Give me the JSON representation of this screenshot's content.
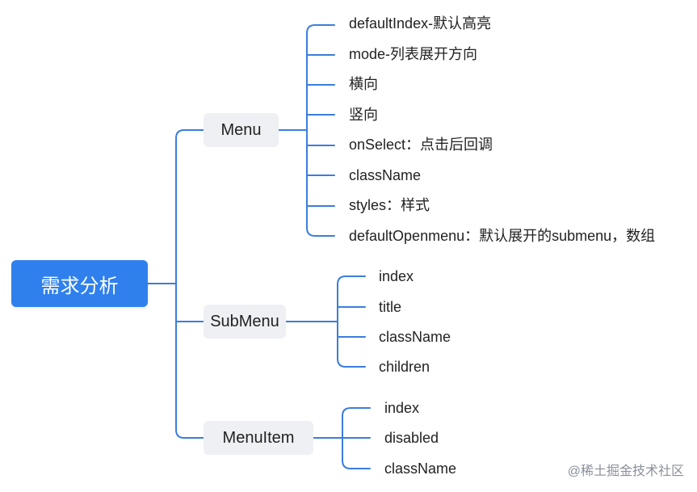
{
  "root": {
    "label": "需求分析"
  },
  "branches": [
    {
      "label": "Menu",
      "items": [
        "defaultIndex-默认高亮",
        "mode-列表展开方向",
        "横向",
        "竖向",
        "onSelect：点击后回调",
        "className",
        "styles：样式",
        "defaultOpenmenu：默认展开的submenu，数组"
      ]
    },
    {
      "label": "SubMenu",
      "items": [
        "index",
        "title",
        "className",
        "children"
      ]
    },
    {
      "label": "MenuItem",
      "items": [
        "index",
        "disabled",
        "className"
      ]
    }
  ],
  "watermark": "@稀土掘金技术社区",
  "colors": {
    "root": "#2f80ed",
    "connector": "#3b7ddd",
    "node_bg": "#eef0f3"
  }
}
